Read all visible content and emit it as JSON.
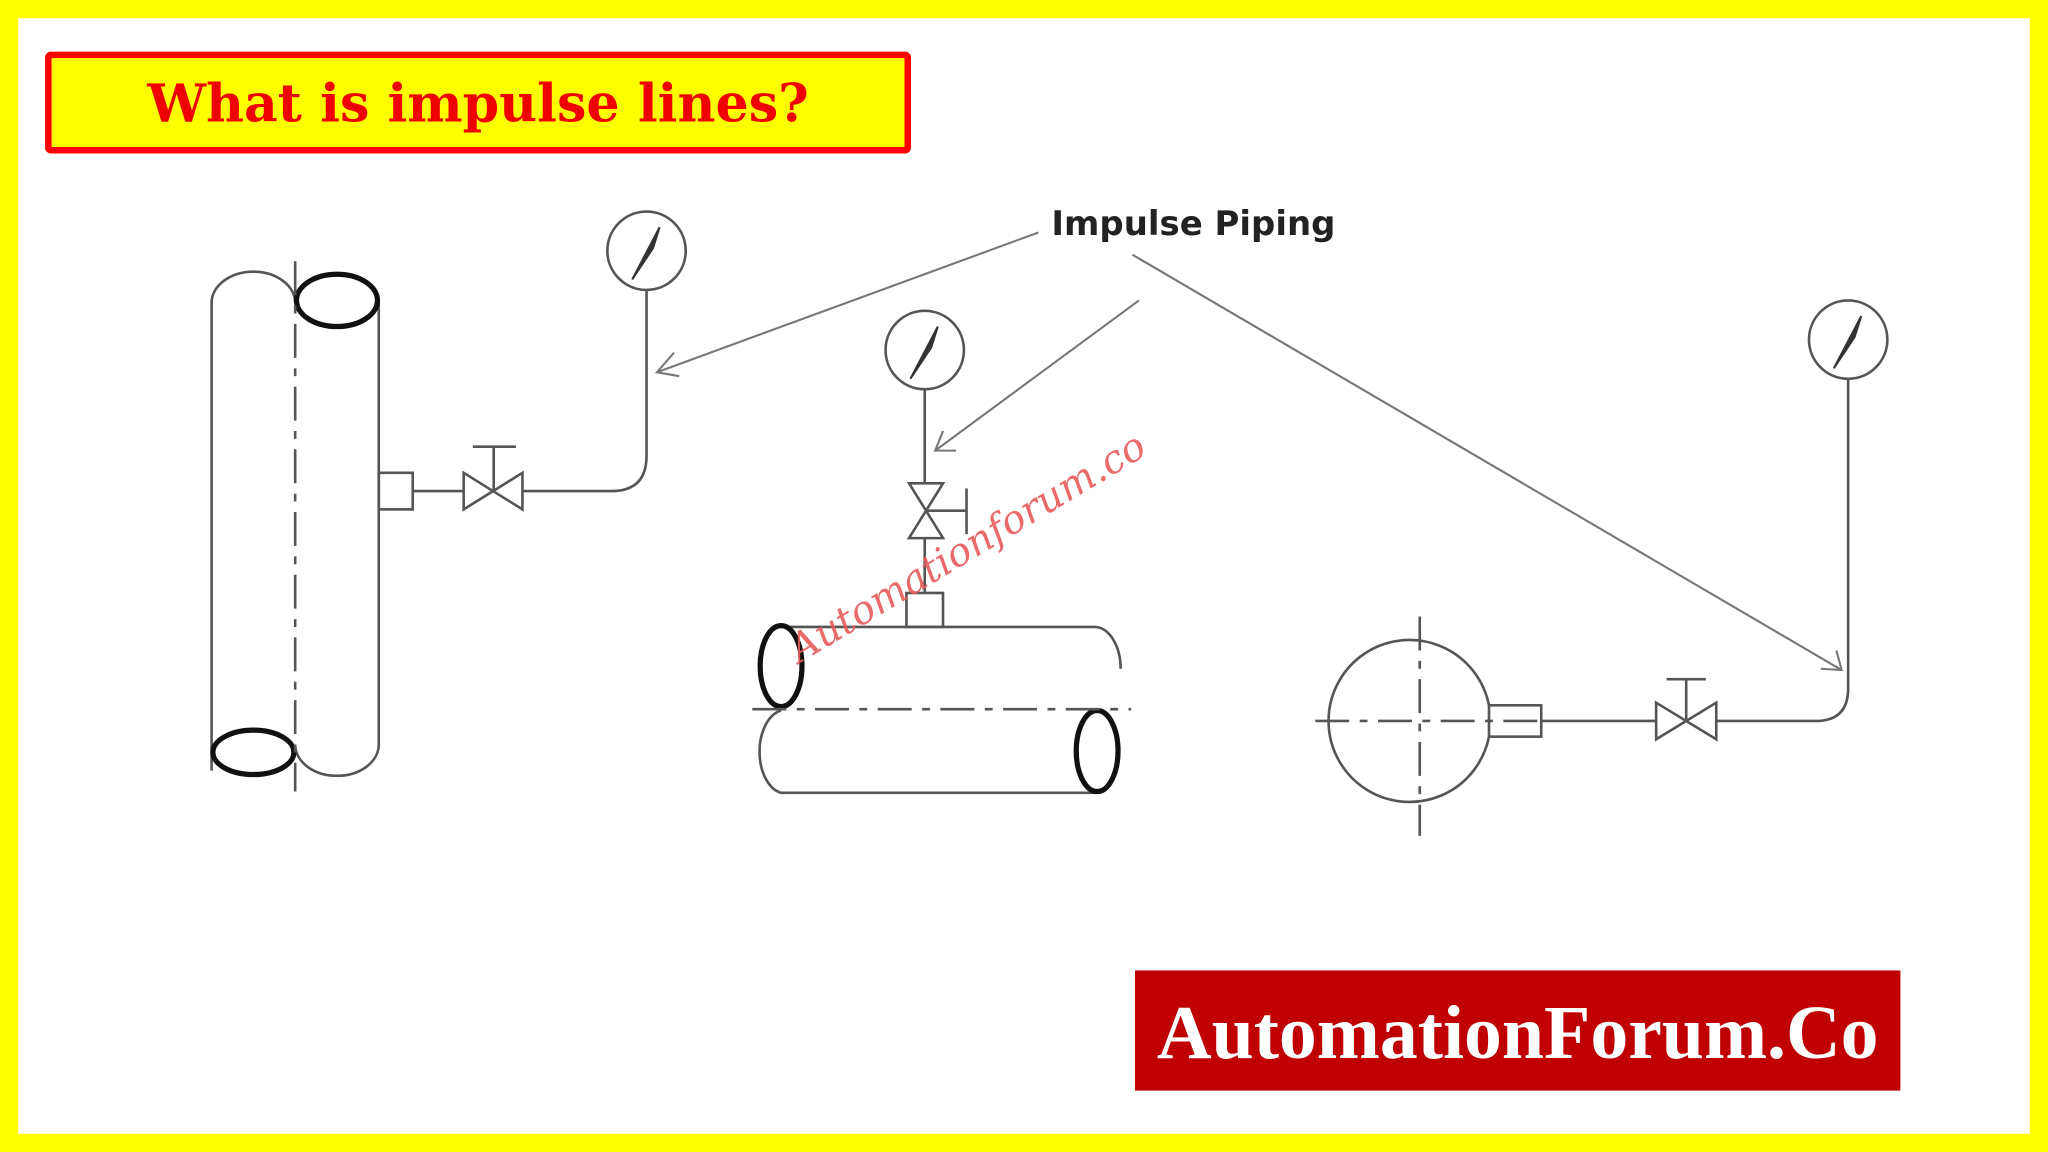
{
  "title": "What is impulse lines?",
  "diagram": {
    "label": "Impulse Piping",
    "watermark": "Automationforum.co"
  },
  "banner": "AutomationForum.Co",
  "colors": {
    "frame": "#ffff00",
    "title_border": "#ff0000",
    "title_text": "#ee0000",
    "banner_bg": "#c00000",
    "banner_text": "#ffffff",
    "watermark": "#e85a5a"
  }
}
